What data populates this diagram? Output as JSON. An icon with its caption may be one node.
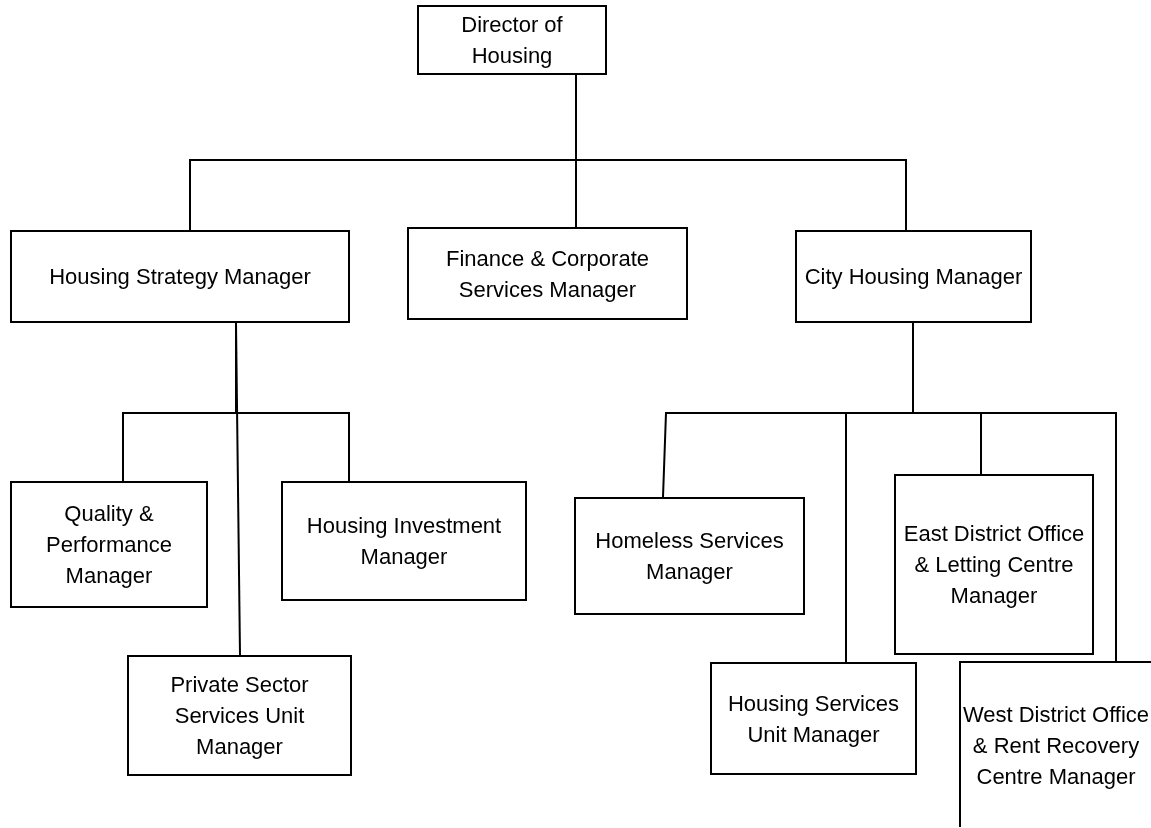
{
  "diagram": {
    "nodes": [
      {
        "text": [
          "Director of Housing"
        ]
      },
      {
        "text": [
          "Housing Strategy Manager"
        ]
      },
      {
        "text": [
          "Finance & Corporate Services Manager"
        ]
      },
      {
        "text": [
          "City Housing Manager"
        ]
      },
      {
        "text": [
          "Quality & Performance Manager"
        ]
      },
      {
        "text": [
          "Housing Investment Manager"
        ]
      },
      {
        "text": [
          "Private Sector Services Unit Manager"
        ]
      },
      {
        "text": [
          "Homeless Services Manager"
        ]
      },
      {
        "text": [
          "East District Office & Letting Centre Manager"
        ]
      },
      {
        "text": [
          "Housing Services Unit Manager"
        ]
      },
      {
        "text": [
          "West District Office & Rent Recovery Centre Manager"
        ]
      }
    ],
    "edges": [
      {
        "from": 0,
        "to": 1,
        "arrow": "none"
      },
      {
        "from": 0,
        "to": 2,
        "arrow": "none"
      },
      {
        "from": 0,
        "to": 3,
        "arrow": "none"
      },
      {
        "from": 1,
        "to": 4,
        "arrow": "none"
      },
      {
        "from": 1,
        "to": 5,
        "arrow": "none"
      },
      {
        "from": 1,
        "to": 6,
        "arrow": "none"
      },
      {
        "from": 3,
        "to": 7,
        "arrow": "none"
      },
      {
        "from": 3,
        "to": 9,
        "arrow": "none"
      },
      {
        "from": 3,
        "to": 8,
        "arrow": "none"
      },
      {
        "from": 3,
        "to": 10,
        "arrow": "none"
      }
    ]
  }
}
